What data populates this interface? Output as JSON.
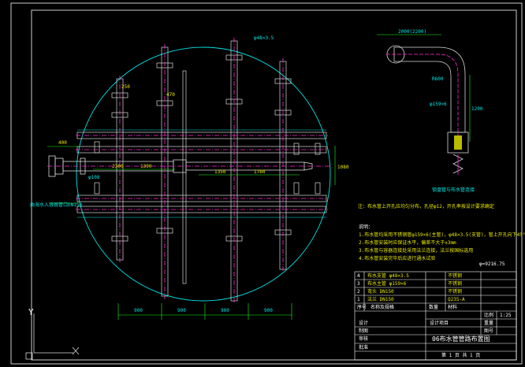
{
  "dimensions": {
    "bottom": [
      "900",
      "900",
      "900",
      "900"
    ],
    "left_flange": "400",
    "inlet_1": "2300",
    "inlet_2": "1390",
    "outlet_1": "1350",
    "outlet_2": "1760",
    "right_h": "1080",
    "pitch_a": "250",
    "pitch_b": "470",
    "bend_top": "2000(2200)",
    "bend_right": "1200",
    "bend_radius": "R600",
    "bend_pipe": "φ159×6",
    "perf_left": "φ108",
    "perf_tag": "φ48×3.5",
    "area_label": "φ=9216.75"
  },
  "detail_caption": "锁盘管与布水管连接",
  "inlet_note": "由海水入容器管口DN150",
  "green_note": "注：布水管上开孔应均匀分布，孔径φ12，开孔率按设计要求确定",
  "notes_title": "说明：",
  "notes": [
    "1.布水管均采用不锈钢管φ159×6(主管)，φ48×3.5(支管)，管上开孔向下45°",
    "2.布水管安装时应保证水平，偏差不大于±3mm",
    "3.布水管与容器连接处采用法兰连接，法兰按国标选用",
    "4.布水管安装完毕后应进行通水试验"
  ],
  "parts_table": {
    "rows": [
      [
        "4",
        "布水支管 φ48×3.5",
        "",
        "不锈钢"
      ],
      [
        "3",
        "布水主管 φ159×6",
        "",
        "不锈钢"
      ],
      [
        "2",
        "弯头 DN150",
        "",
        "不锈钢"
      ],
      [
        "1",
        "法兰 DN150",
        "",
        "Q235-A"
      ]
    ],
    "header": [
      "序号",
      "名称及规格",
      "数量",
      "材料"
    ]
  },
  "title_block": {
    "drawing_title": "06布水管管路布置图",
    "project": "设计项目",
    "scale": "1:25",
    "sheet": "第 1 页 共 1 页",
    "rows": [
      "设计",
      "制图",
      "审核",
      "批准"
    ],
    "right": [
      "比例",
      "重量",
      "图号"
    ]
  },
  "axis": {
    "x": "X",
    "y": "Y"
  },
  "colors": {
    "background": "#000000",
    "vessel": "#00e5e5",
    "pipe": "#d8d8d8",
    "center_line": "#ff2bd6",
    "dimension": "#1aff1a",
    "frame": "#ffffff",
    "bolt": "#e8e800"
  }
}
